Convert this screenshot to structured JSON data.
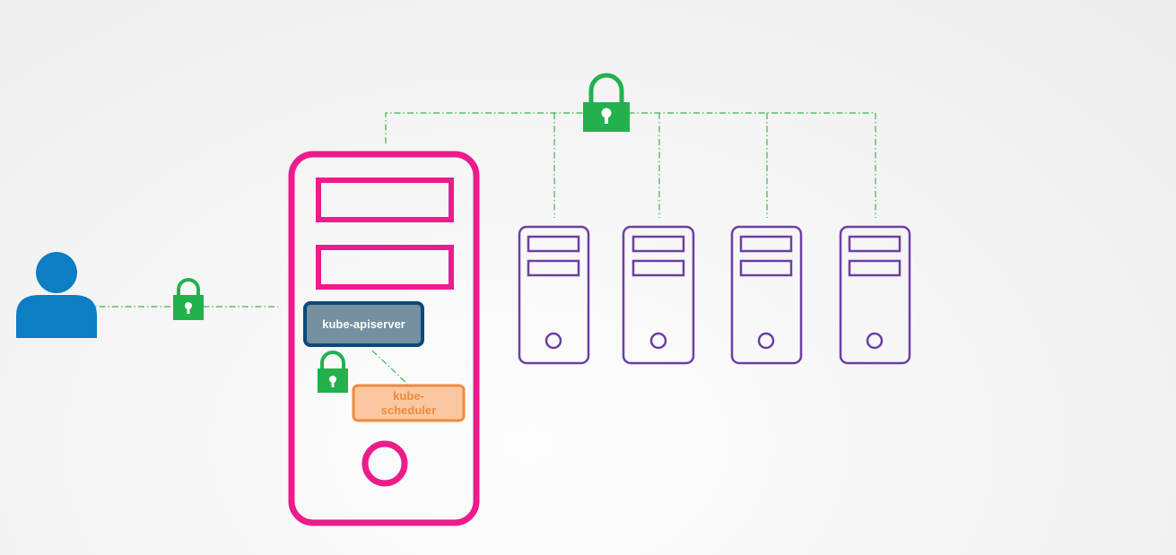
{
  "colors": {
    "master": "#ec1c8c",
    "worker": "#6d3fa3",
    "link": "#39b54a",
    "lock": "#22b14c",
    "user": "#0d7dc4",
    "apiserver_fill": "#7590a0",
    "apiserver_border": "#0b4a7a",
    "scheduler_fill": "#fbc7a0",
    "scheduler_border": "#f08a3e",
    "scheduler_text": "#f08a3e"
  },
  "components": {
    "apiserver": "kube-apiserver",
    "scheduler_line1": "kube-",
    "scheduler_line2": "scheduler"
  },
  "icons": {
    "user": "user-icon",
    "lock": "padlock-icon",
    "master": "master-node-server-icon",
    "worker": "worker-node-server-icon"
  }
}
